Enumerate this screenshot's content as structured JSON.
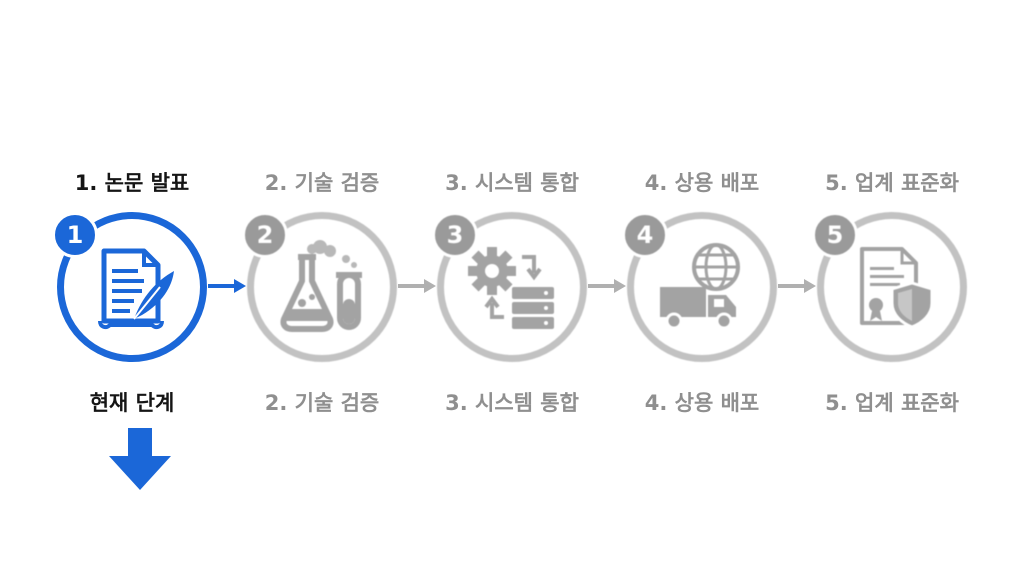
{
  "colors": {
    "accent": "#1b67d8",
    "inactive": "#9a9a9a",
    "active_text": "#151515",
    "inactive_text": "#8f8f8f"
  },
  "steps": [
    {
      "number": "1",
      "title": "1. 논문 발표",
      "status": "현재 단계",
      "icon": "paper-quill-icon",
      "active": true
    },
    {
      "number": "2",
      "title": "2. 기술 검증",
      "status": "2. 기술 검증",
      "icon": "lab-flask-icon",
      "active": false
    },
    {
      "number": "3",
      "title": "3. 시스템 통합",
      "status": "3. 시스템 통합",
      "icon": "gear-server-icon",
      "active": false
    },
    {
      "number": "4",
      "title": "4. 상용 배포",
      "status": "4. 상용 배포",
      "icon": "globe-truck-icon",
      "active": false
    },
    {
      "number": "5",
      "title": "5. 업계 표준화",
      "status": "5. 업계 표준화",
      "icon": "certificate-shield-icon",
      "active": false
    }
  ],
  "current_step_indicator": "down-arrow-icon"
}
